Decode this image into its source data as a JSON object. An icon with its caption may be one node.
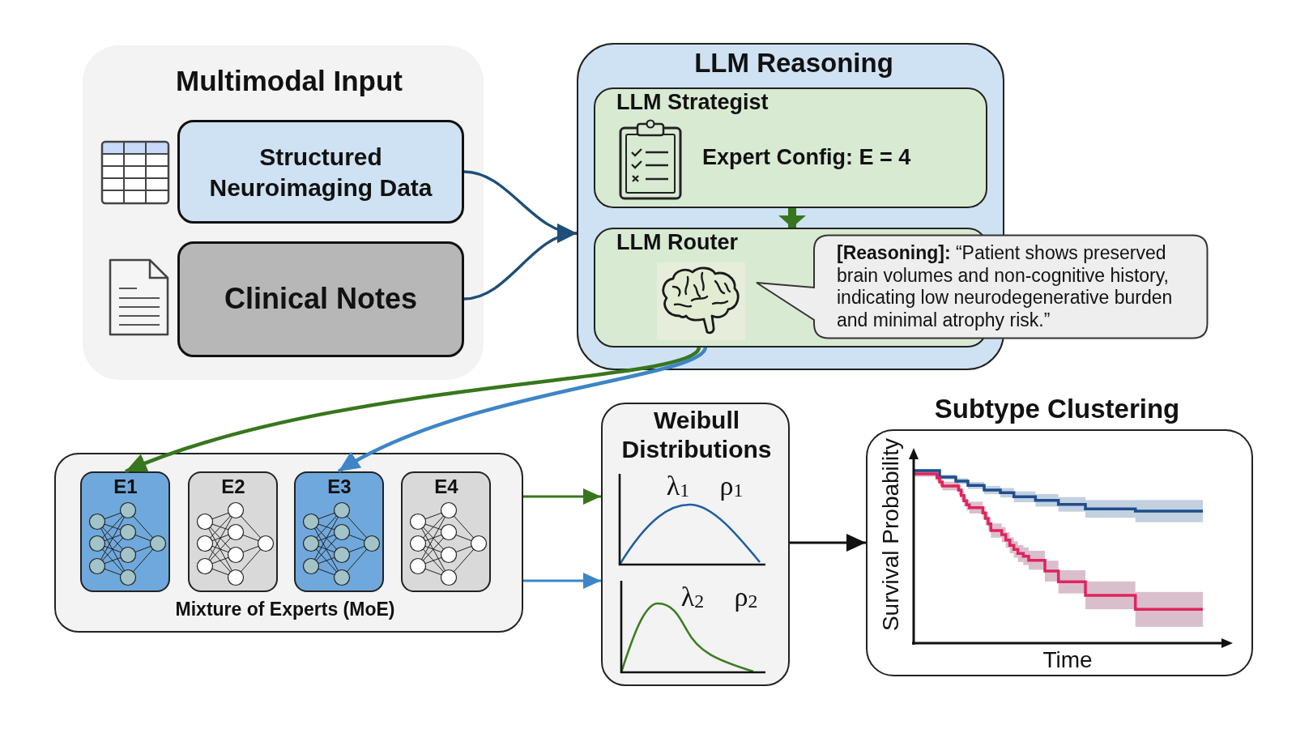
{
  "diagram": {
    "nodes": [
      {
        "text": [
          "Multimodal Input"
        ]
      },
      {
        "text": [
          "Structured Neuroimaging Data"
        ],
        "in": 0
      },
      {
        "text": [
          "Clinical Notes"
        ],
        "in": 0
      },
      {
        "text": [
          "LLM Reasoning"
        ]
      },
      {
        "text": [
          "LLM Strategist",
          "Expert Config: E = 4"
        ],
        "in": 3
      },
      {
        "text": [
          "LLM Router"
        ],
        "in": 3
      },
      {
        "text": [
          "**[Reasoning]:** “Patient shows preserved brain volumes and non-cognitive history, indicating low neurodegenerative burden and minimal atrophy risk.”"
        ]
      },
      {
        "text": [
          "Mixture of Experts (MoE)"
        ]
      },
      {
        "text": [
          "E1"
        ],
        "in": 7
      },
      {
        "text": [
          "E2"
        ],
        "in": 7
      },
      {
        "text": [
          "E3"
        ],
        "in": 7
      },
      {
        "text": [
          "E4"
        ],
        "in": 7
      },
      {
        "text": [
          "Weibull Distributions",
          "λ$_{1}$",
          "ρ$_{1}$",
          "λ$_{2}$",
          "ρ$_{2}$"
        ]
      },
      {
        "text": [
          "Subtype Clustering",
          "Survival Probability",
          "Time"
        ]
      }
    ],
    "edges": [
      {
        "from": 1,
        "to": 3,
        "arrow": "to",
        "color": "#1f4e79"
      },
      {
        "from": 2,
        "to": 3,
        "arrow": "to",
        "color": "#1f4e79"
      },
      {
        "from": 4,
        "to": 5,
        "arrow": "to",
        "style": "thick",
        "color": "#38761d"
      },
      {
        "from": 5,
        "to": 8,
        "arrow": "to",
        "color": "#38761d"
      },
      {
        "from": 5,
        "to": 10,
        "arrow": "to",
        "color": "#3d85c6"
      },
      {
        "from": 7,
        "to": 12,
        "arrow": "to",
        "color": "#38761d"
      },
      {
        "from": 7,
        "to": 12,
        "arrow": "to",
        "color": "#3d85c6"
      },
      {
        "from": 12,
        "to": 13,
        "arrow": "to",
        "color": "#111111"
      }
    ]
  }
}
